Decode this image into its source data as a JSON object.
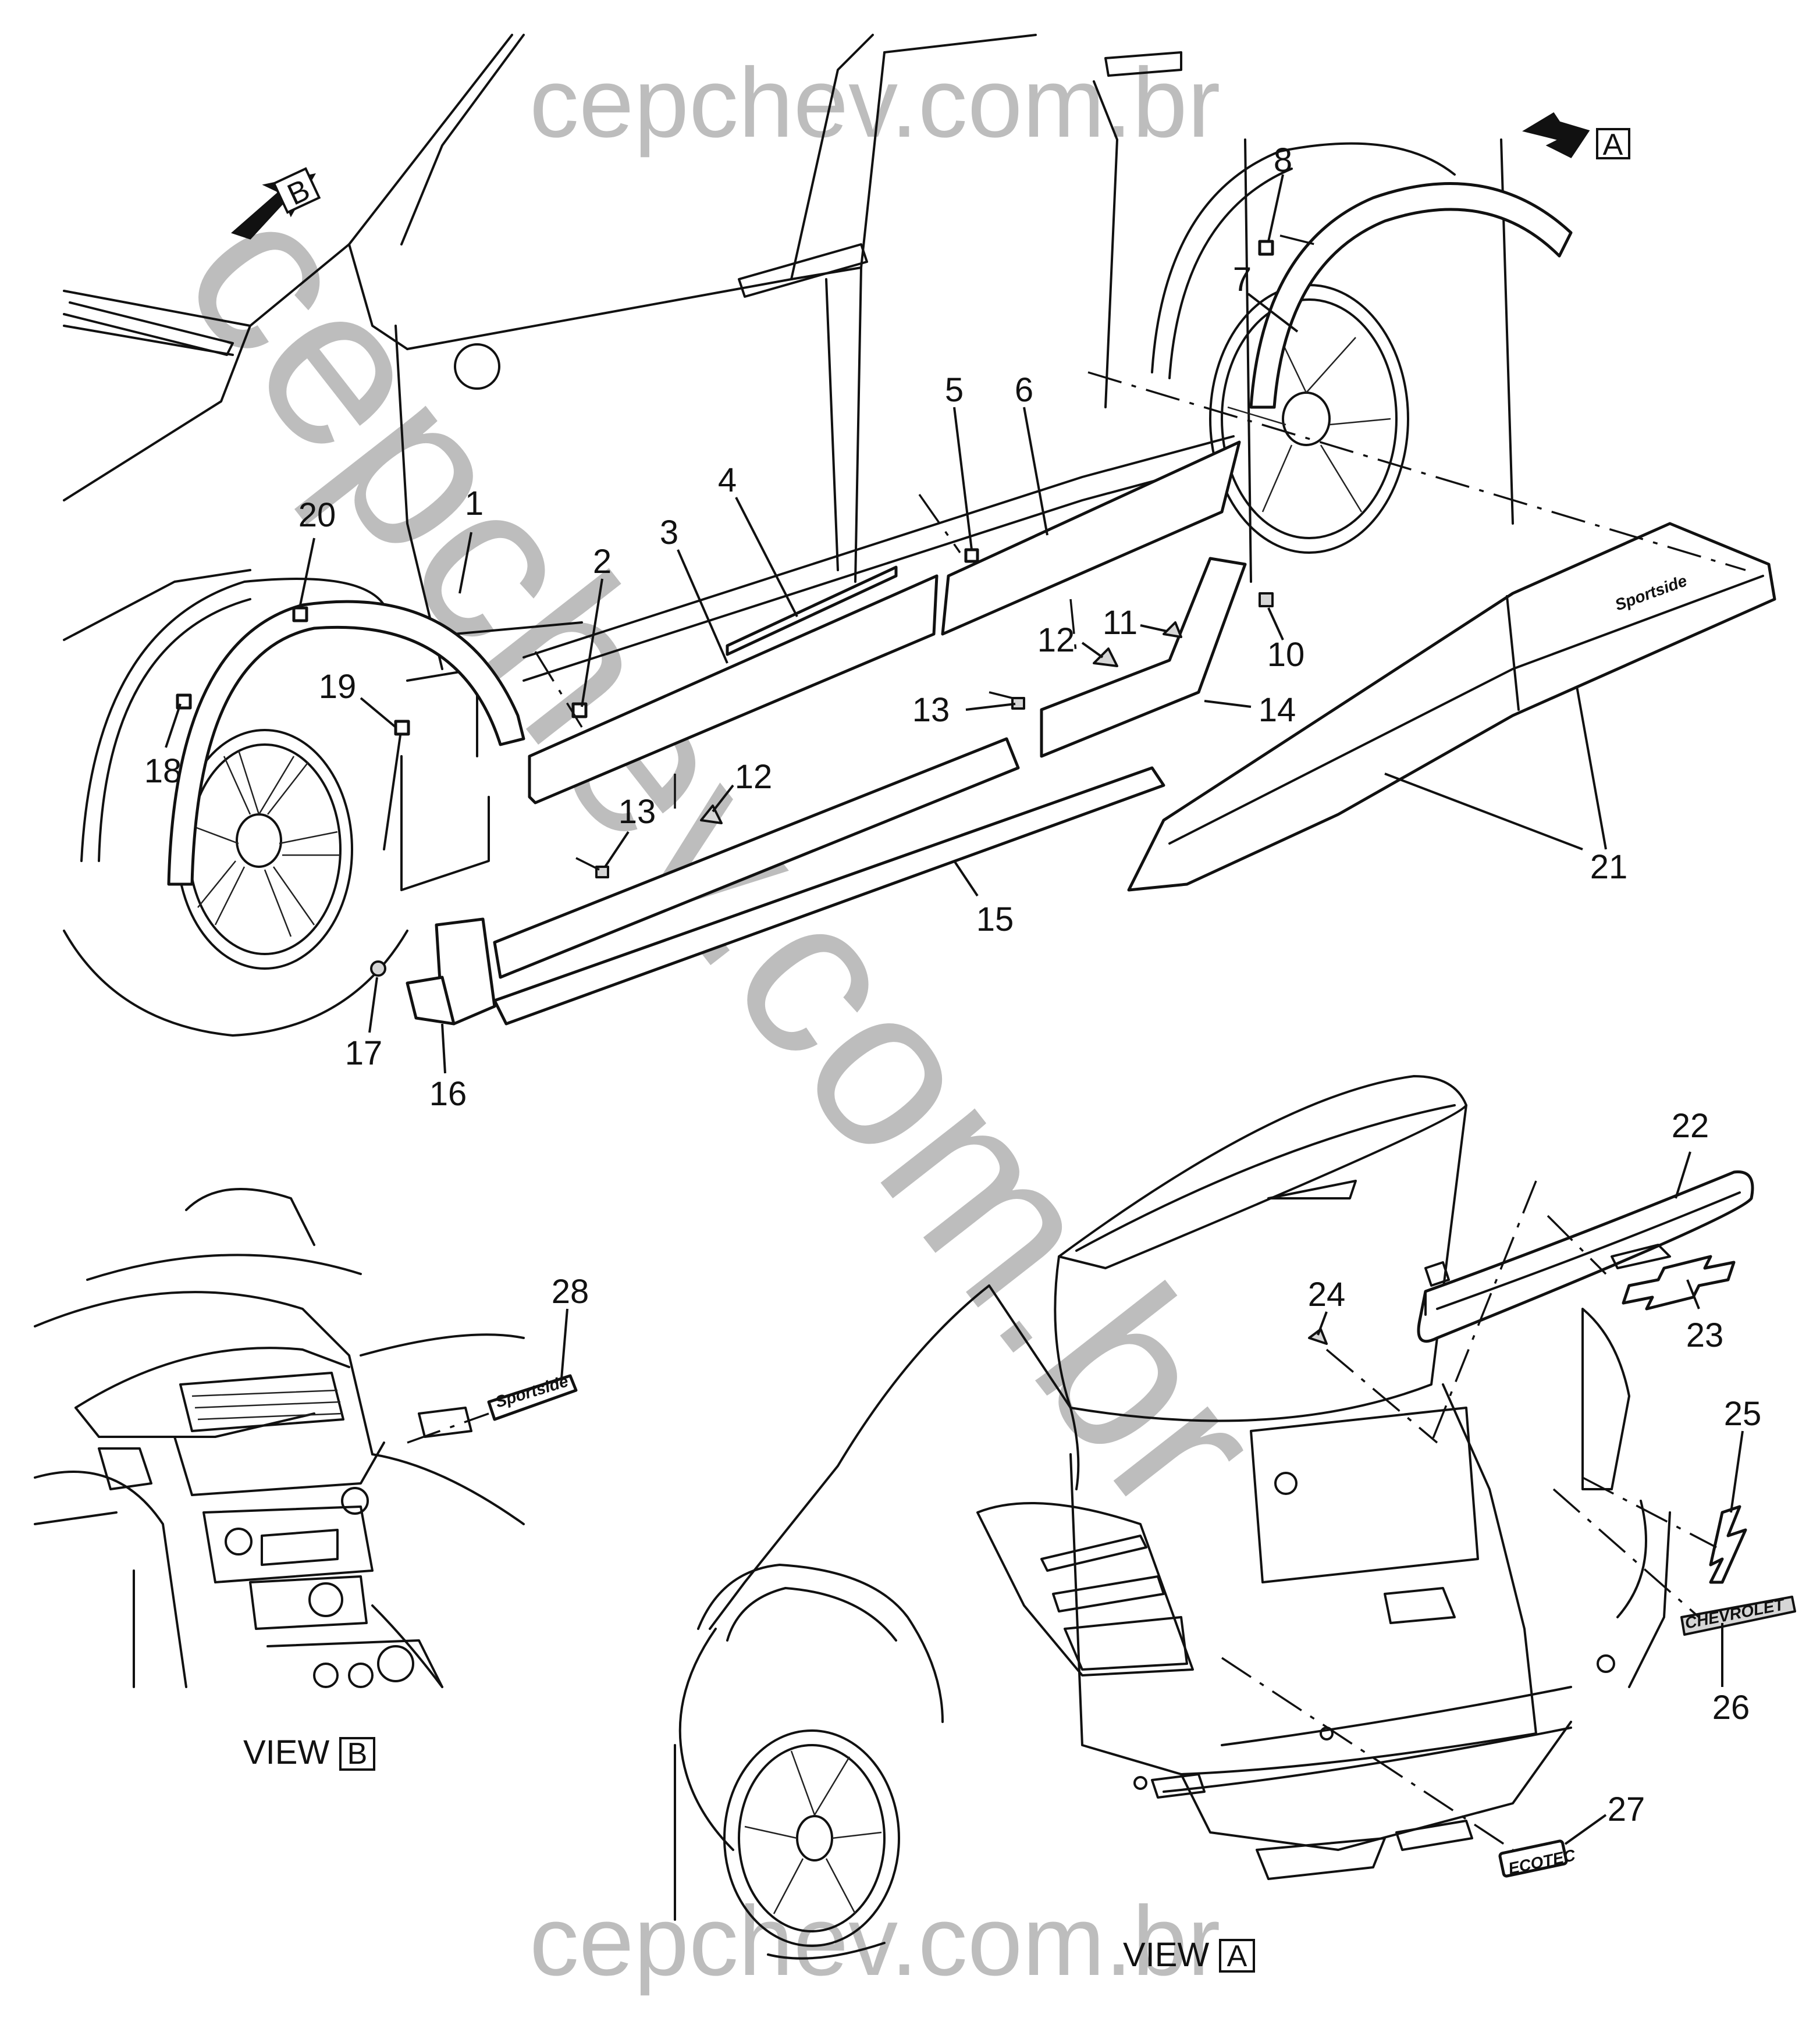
{
  "watermark": {
    "top": "cepchev.com.br",
    "diagonal": "cepchev.com.br",
    "bottom": "cepchev.com.br"
  },
  "views": {
    "a_label": "VIEW",
    "a_letter": "A",
    "b_label": "VIEW",
    "b_letter": "B"
  },
  "arrows": {
    "arrow_a_letter": "A",
    "arrow_b_letter": "B"
  },
  "badges": {
    "trim_script": "Sportside",
    "model_badge": "CHEVROLET",
    "engine_badge": "ECOTEC"
  },
  "callouts": [
    "1",
    "2",
    "3",
    "4",
    "5",
    "6",
    "7",
    "8",
    "10",
    "11",
    "12",
    "12",
    "13",
    "13",
    "14",
    "15",
    "16",
    "17",
    "18",
    "19",
    "20",
    "21",
    "22",
    "23",
    "24",
    "25",
    "26",
    "27",
    "28"
  ]
}
